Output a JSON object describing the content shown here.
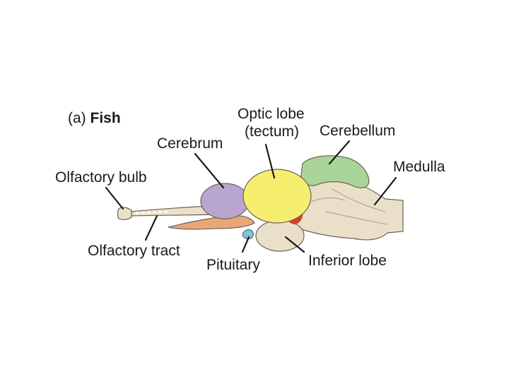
{
  "figure": {
    "panel_prefix": "(a) ",
    "panel_title": "Fish"
  },
  "labels": {
    "optic_lobe_line1": "Optic lobe",
    "optic_lobe_line2": "(tectum)",
    "cerebellum": "Cerebellum",
    "cerebrum": "Cerebrum",
    "olfactory_bulb": "Olfactory bulb",
    "medulla": "Medulla",
    "olfactory_tract": "Olfactory tract",
    "pituitary": "Pituitary",
    "inferior_lobe": "Inferior lobe"
  },
  "colors": {
    "brainstem": "#eadfc8",
    "cerebrum": "#b9a6cf",
    "optic_lobe": "#f6ee6e",
    "cerebellum": "#a9d59a",
    "olfactory_tract": "#e9a678",
    "pituitary": "#7fc3e6",
    "red_region": "#d8402f",
    "text": "#1a1a1a"
  }
}
